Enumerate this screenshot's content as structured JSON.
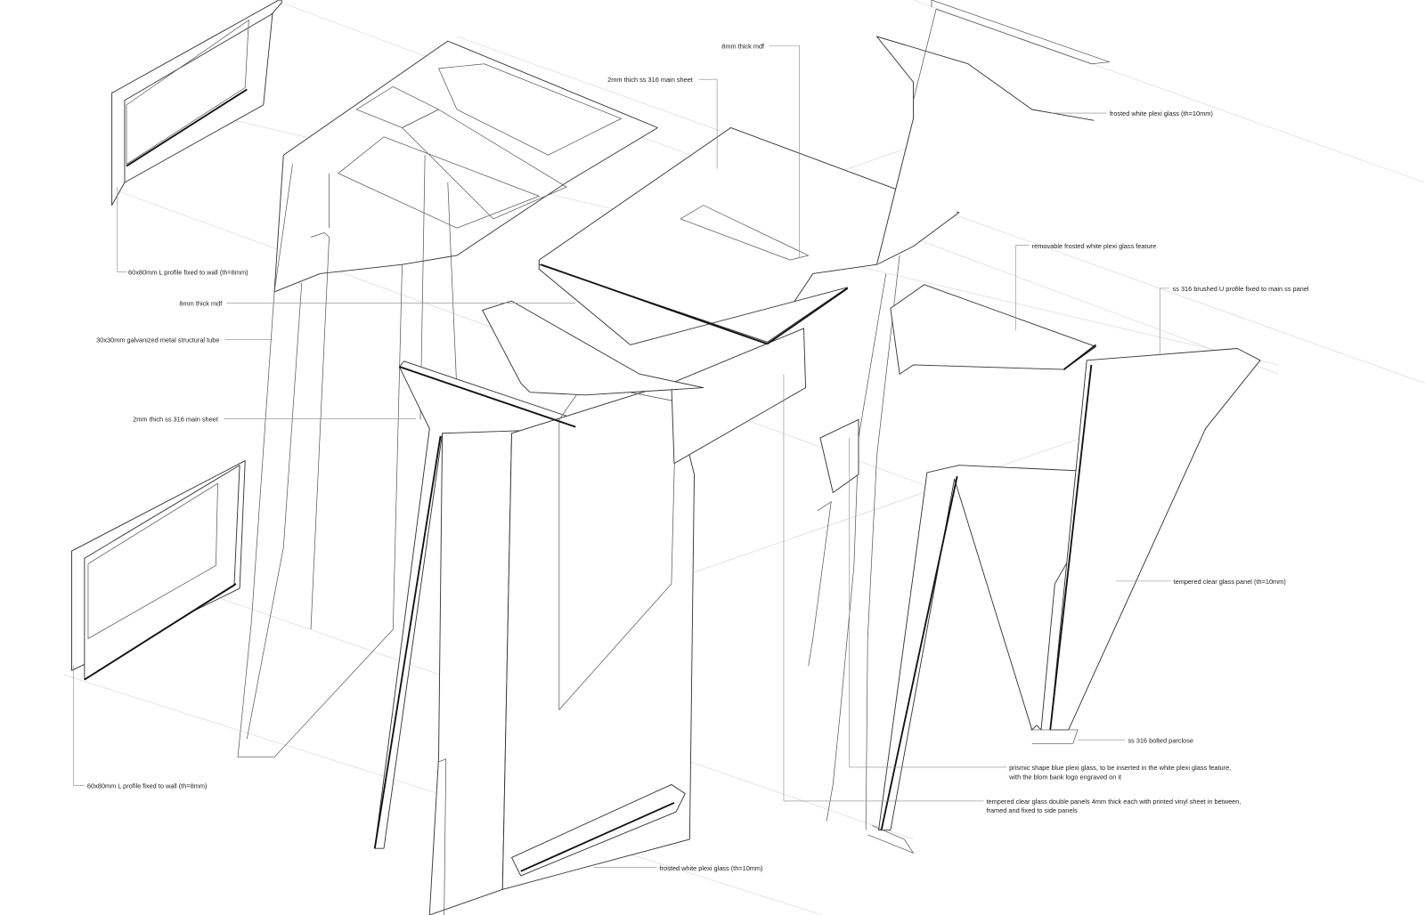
{
  "labels": {
    "mdf_top": "8mm thick mdf",
    "ss_sheet_top": "2mm thich ss 316 main sheet",
    "frosted_plexi_top": "frosted white plexi glass (th=10mm)",
    "l_profile_top": "60x80mm L profile fixed to wall (th=8mm)",
    "mdf_left": "8mm thick mdf",
    "tube": "30x30mm galvanized metal structural tube",
    "ss_sheet_left": "2mm thich ss 316 main sheet",
    "removable_feature": "removable frosted white plexi glass feature",
    "u_profile": "ss 316 brushed U profile fixed to main ss panel",
    "tempered_panel": "tempered clear glass panel (th=10mm)",
    "l_profile_bottom": "60x80mm L profile fixed to wall (th=8mm)",
    "parclose": "ss 316 bolted parclose",
    "prismic_line1": "prismic shape blue plexi glass, to be inserted in the white plexi glass feature,",
    "prismic_line2": "with the blom bank logo engraved on it",
    "double_panels_line1": "tempered clear glass double panels 4mm thick each with printed vinyl sheet in between,",
    "double_panels_line2": "framed and fixed to side panels",
    "frosted_plexi_bottom": "frosted white plexi glass (th=10mm)"
  }
}
